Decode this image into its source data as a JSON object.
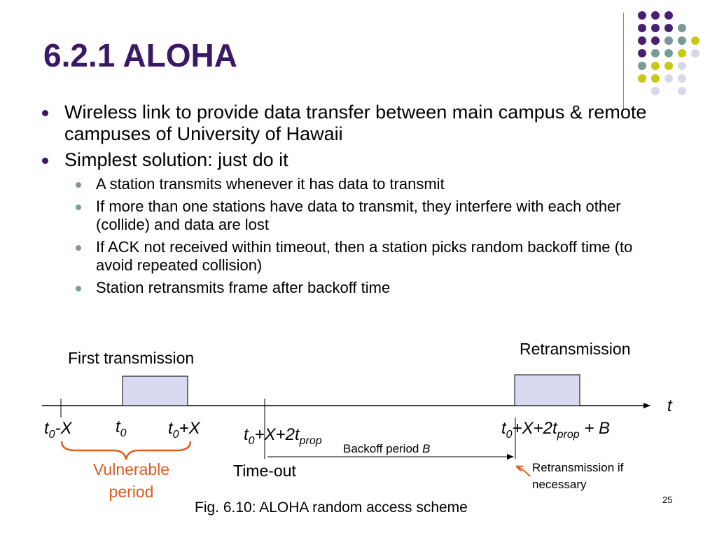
{
  "title": "6.2.1 ALOHA",
  "bullets": [
    {
      "text": "Wireless link to provide data transfer between main campus & remote campuses of University of Hawaii"
    },
    {
      "text": "Simplest solution: just do it"
    }
  ],
  "sub_bullets": [
    {
      "text": "A station transmits whenever it has data to transmit"
    },
    {
      "text": "If more than one stations have data to transmit, they interfere with each other (collide) and data are lost"
    },
    {
      "text": "If ACK not received within timeout, then a station picks random backoff  time (to avoid repeated collision)"
    },
    {
      "text": "Station retransmits frame after backoff time"
    }
  ],
  "diagram": {
    "first_transmission": "First transmission",
    "retransmission": "Retransmission",
    "time_axis": "t",
    "t0_minus_x": {
      "base": "t",
      "sub": "0",
      "rest": "-X"
    },
    "t0": {
      "base": "t",
      "sub": "0"
    },
    "t0_plus_x": {
      "base": "t",
      "sub": "0",
      "rest": "+X"
    },
    "t0_timeout": {
      "base": "t",
      "sub": "0",
      "rest": "+X+2t",
      "sub2": "prop"
    },
    "t0_retrans": {
      "base": "t",
      "sub": "0",
      "rest": "+X+2t",
      "sub2": "prop",
      "rest2": " + B"
    },
    "backoff_label": "Backoff period ",
    "backoff_var": "B",
    "vulnerable": "Vulnerable period",
    "timeout": "Time-out",
    "retrans_if": "Retransmission if necessary",
    "caption": "Fig. 6.10: ALOHA random access scheme"
  },
  "colors": {
    "title": "#3b1866",
    "accent": "#e05a1e",
    "frame_fill": "#d9d9f0"
  },
  "page_number": "25"
}
